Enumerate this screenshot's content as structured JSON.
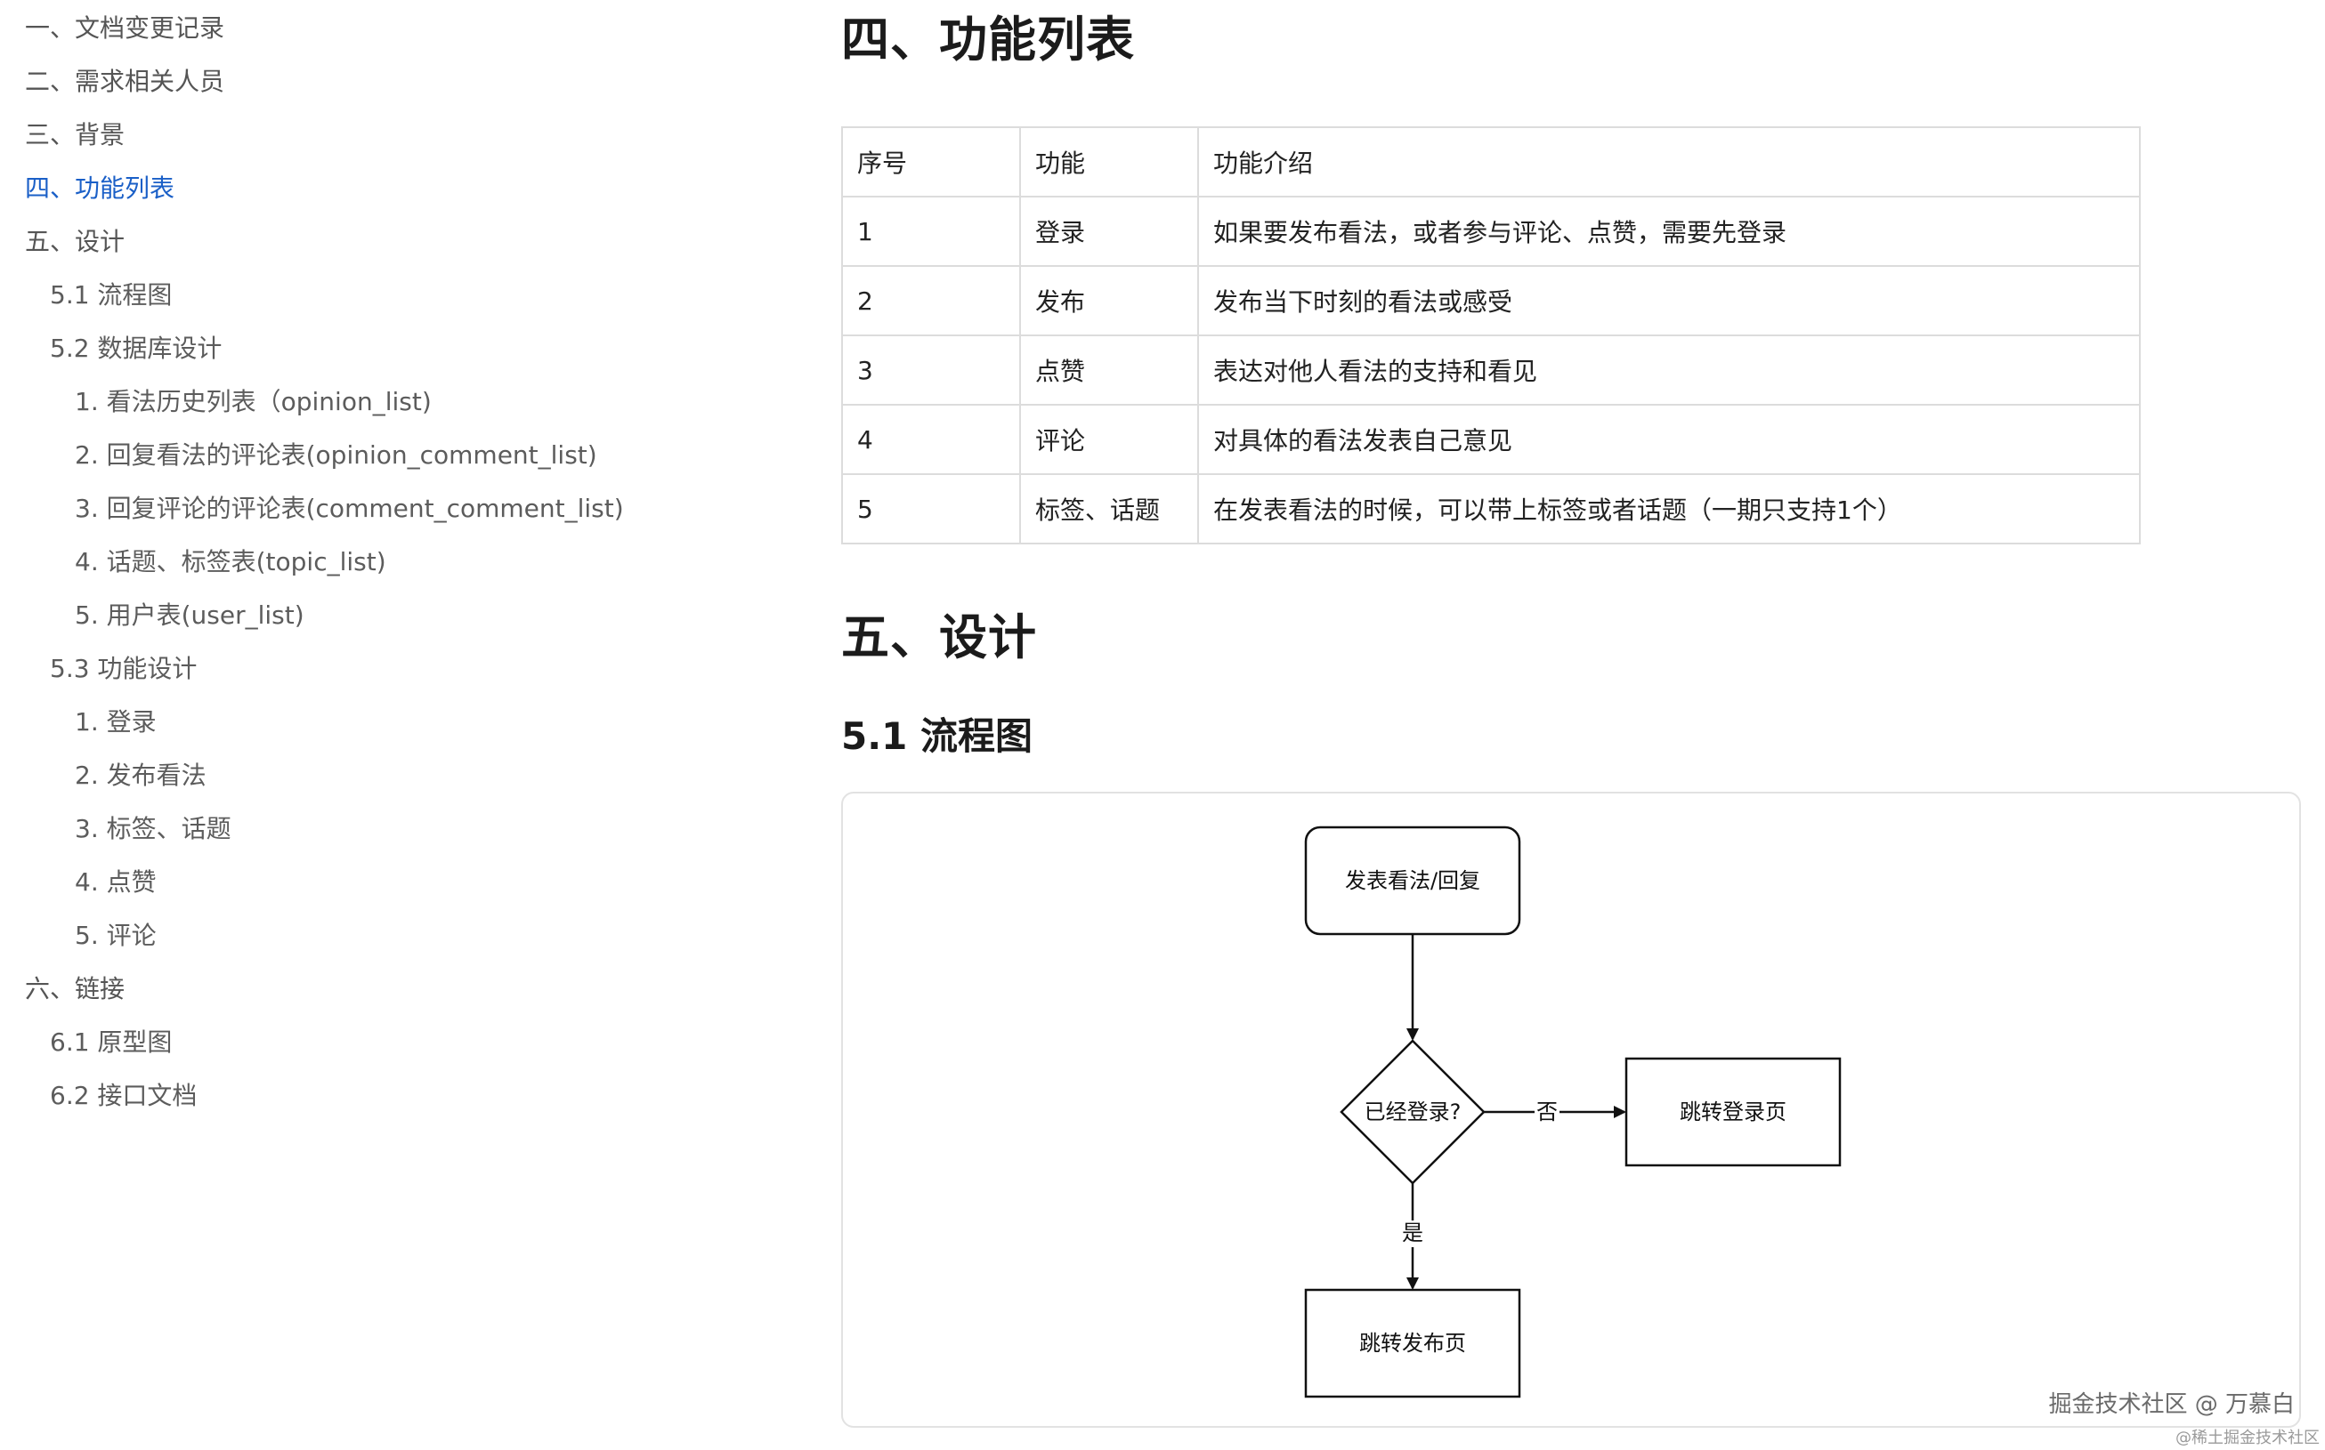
{
  "toc": {
    "items": [
      {
        "label": "一、文档变更记录",
        "level": 1,
        "active": false
      },
      {
        "label": "二、需求相关人员",
        "level": 1,
        "active": false
      },
      {
        "label": "三、背景",
        "level": 1,
        "active": false
      },
      {
        "label": "四、功能列表",
        "level": 1,
        "active": true
      },
      {
        "label": "五、设计",
        "level": 1,
        "active": false
      },
      {
        "label": "5.1 流程图",
        "level": 2,
        "active": false
      },
      {
        "label": "5.2 数据库设计",
        "level": 2,
        "active": false
      },
      {
        "label": "1. 看法历史列表（opinion_list)",
        "level": 3,
        "active": false
      },
      {
        "label": "2. 回复看法的评论表(opinion_comment_list)",
        "level": 3,
        "active": false
      },
      {
        "label": "3. 回复评论的评论表(comment_comment_list)",
        "level": 3,
        "active": false
      },
      {
        "label": "4. 话题、标签表(topic_list)",
        "level": 3,
        "active": false
      },
      {
        "label": "5. 用户表(user_list)",
        "level": 3,
        "active": false
      },
      {
        "label": "5.3 功能设计",
        "level": 2,
        "active": false
      },
      {
        "label": "1. 登录",
        "level": 3,
        "active": false
      },
      {
        "label": "2. 发布看法",
        "level": 3,
        "active": false
      },
      {
        "label": "3. 标签、话题",
        "level": 3,
        "active": false
      },
      {
        "label": "4. 点赞",
        "level": 3,
        "active": false
      },
      {
        "label": "5. 评论",
        "level": 3,
        "active": false
      },
      {
        "label": "六、链接",
        "level": 1,
        "active": false
      },
      {
        "label": "6.1 原型图",
        "level": 2,
        "active": false
      },
      {
        "label": "6.2 接口文档",
        "level": 2,
        "active": false
      }
    ],
    "active_color": "#1a5fc7"
  },
  "main": {
    "section4_title": "四、功能列表",
    "table": {
      "headers": [
        "序号",
        "功能",
        "功能介绍"
      ],
      "rows": [
        [
          "1",
          "登录",
          "如果要发布看法，或者参与评论、点赞，需要先登录"
        ],
        [
          "2",
          "发布",
          "发布当下时刻的看法或感受"
        ],
        [
          "3",
          "点赞",
          "表达对他人看法的支持和看见"
        ],
        [
          "4",
          "评论",
          "对具体的看法发表自己意见"
        ],
        [
          "5",
          "标签、话题",
          "在发表看法的时候，可以带上标签或者话题（一期只支持1个）"
        ]
      ]
    },
    "section5_title": "五、设计",
    "subsection_title": "5.1 流程图",
    "flowchart": {
      "start": "发表看法/回复",
      "decision": "已经登录?",
      "no_label": "否",
      "yes_label": "是",
      "no_target": "跳转登录页",
      "yes_target": "跳转发布页"
    }
  },
  "watermark": {
    "main": "掘金技术社区 @ 万慕白",
    "small": "@稀土掘金技术社区"
  }
}
